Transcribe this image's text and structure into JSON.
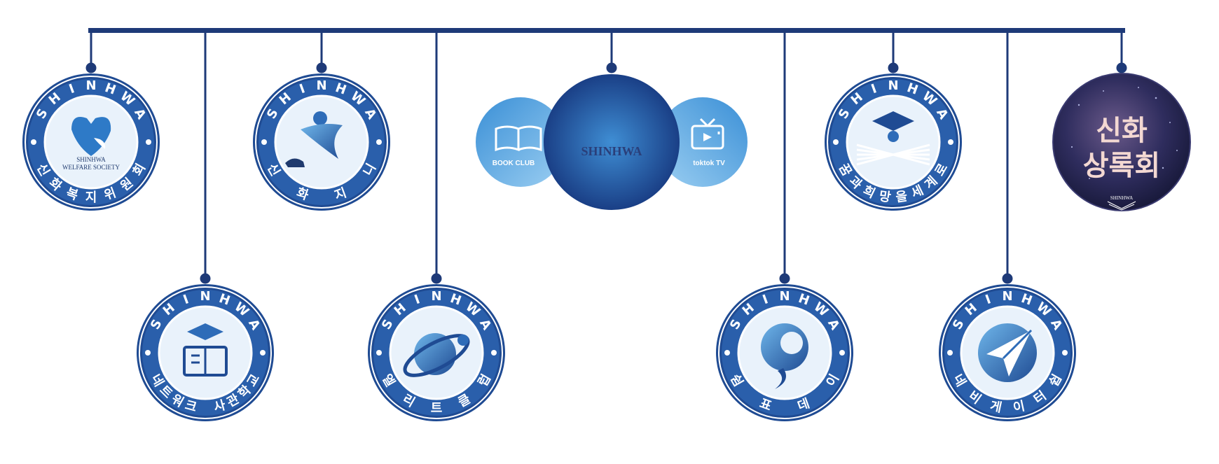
{
  "colors": {
    "navy": "#1e3a78",
    "badge_outer": "#1f4b93",
    "badge_ring": "#2a6ab8",
    "badge_light": "#e9f2fb",
    "light_blue": "#4fa3dc",
    "sky": "#8cc6ee",
    "dark_space": "#2a2a55"
  },
  "badges": [
    {
      "id": "welfare",
      "top_text": "SHINHWA",
      "bottom_text": "신화복지위원회",
      "icon": "heart-leaf-icon",
      "caption_1": "SHINHWA",
      "caption_2": "WELFARE SOCIETY"
    },
    {
      "id": "school",
      "top_text": "SHINHWA",
      "bottom_text": "네트워크 사관학교",
      "icon": "graduation-book-icon"
    },
    {
      "id": "genie",
      "top_text": "SHINHWA",
      "bottom_text": "신 화 지 니",
      "icon": "genie-lamp-icon"
    },
    {
      "id": "elite",
      "top_text": "SHINHWA",
      "bottom_text": "엘 리 트 클 럽",
      "icon": "planet-orbit-icon"
    },
    {
      "id": "dream",
      "top_text": "SHINHWA",
      "bottom_text": "꿈과희망을세계로",
      "icon": "graduation-cap-rays-icon"
    },
    {
      "id": "speechday",
      "top_text": "SHINHWA",
      "bottom_text": "쉼 표 데 이",
      "icon": "comma-icon"
    },
    {
      "id": "navigator",
      "top_text": "SHINHWA",
      "bottom_text": "네비게이터쉽",
      "icon": "paper-plane-icon"
    }
  ],
  "center": {
    "logo_text": "SHINHWA",
    "left_label": "BOOK CLUB",
    "left_icon": "open-book-icon",
    "right_label": "toktok TV",
    "right_icon": "tv-icon"
  },
  "sangrok": {
    "line_1": "신화",
    "line_2": "상록회",
    "caption": "SHINHWA"
  }
}
